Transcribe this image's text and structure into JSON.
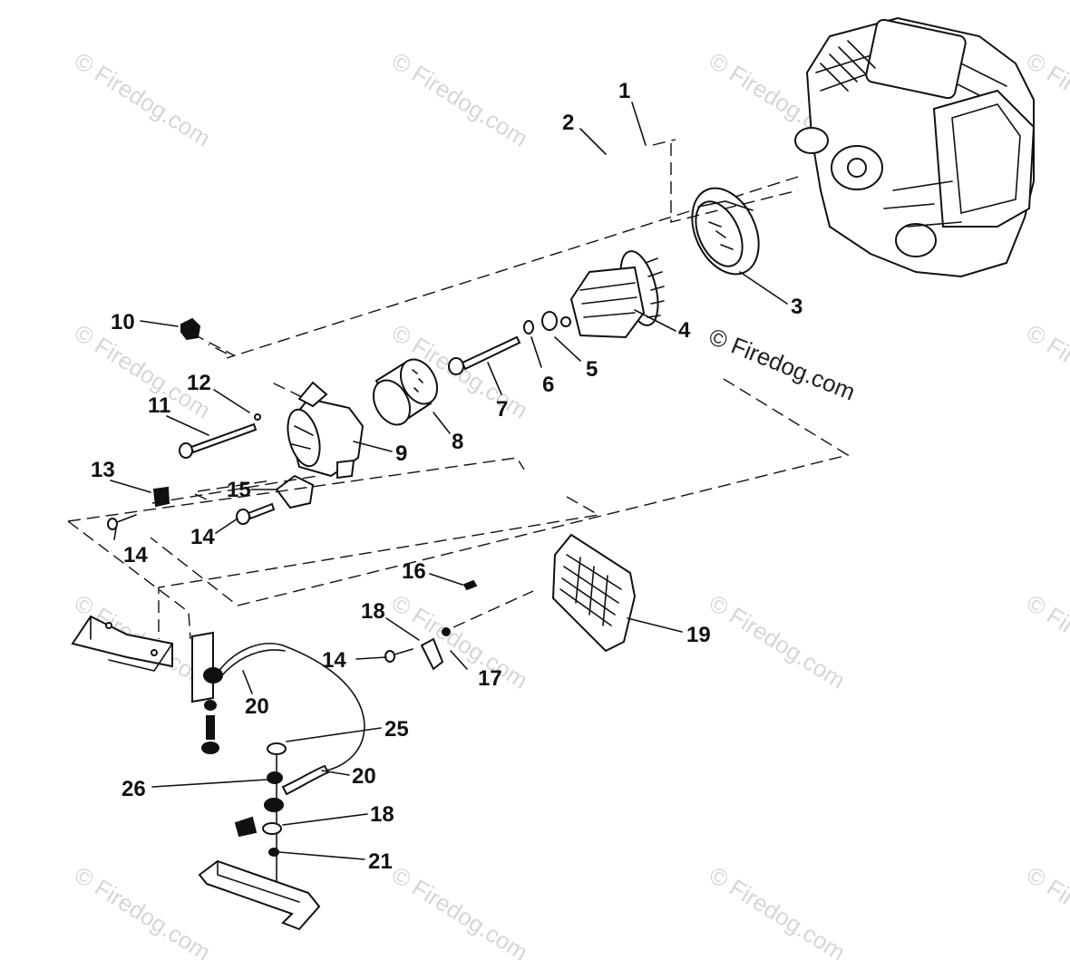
{
  "diagram": {
    "watermark_text": "© Firedog.com",
    "credit_text": "© Firedog.com",
    "callouts": {
      "c1": "1",
      "c2": "2",
      "c3": "3",
      "c4": "4",
      "c5": "5",
      "c6": "6",
      "c7": "7",
      "c8": "8",
      "c9": "9",
      "c10": "10",
      "c11": "11",
      "c12": "12",
      "c13": "13",
      "c14a": "14",
      "c14b": "14",
      "c14c": "14",
      "c15": "15",
      "c16": "16",
      "c17": "17",
      "c18a": "18",
      "c18b": "18",
      "c19": "19",
      "c20a": "20",
      "c20b": "20",
      "c21": "21",
      "c25": "25",
      "c26": "26"
    }
  }
}
